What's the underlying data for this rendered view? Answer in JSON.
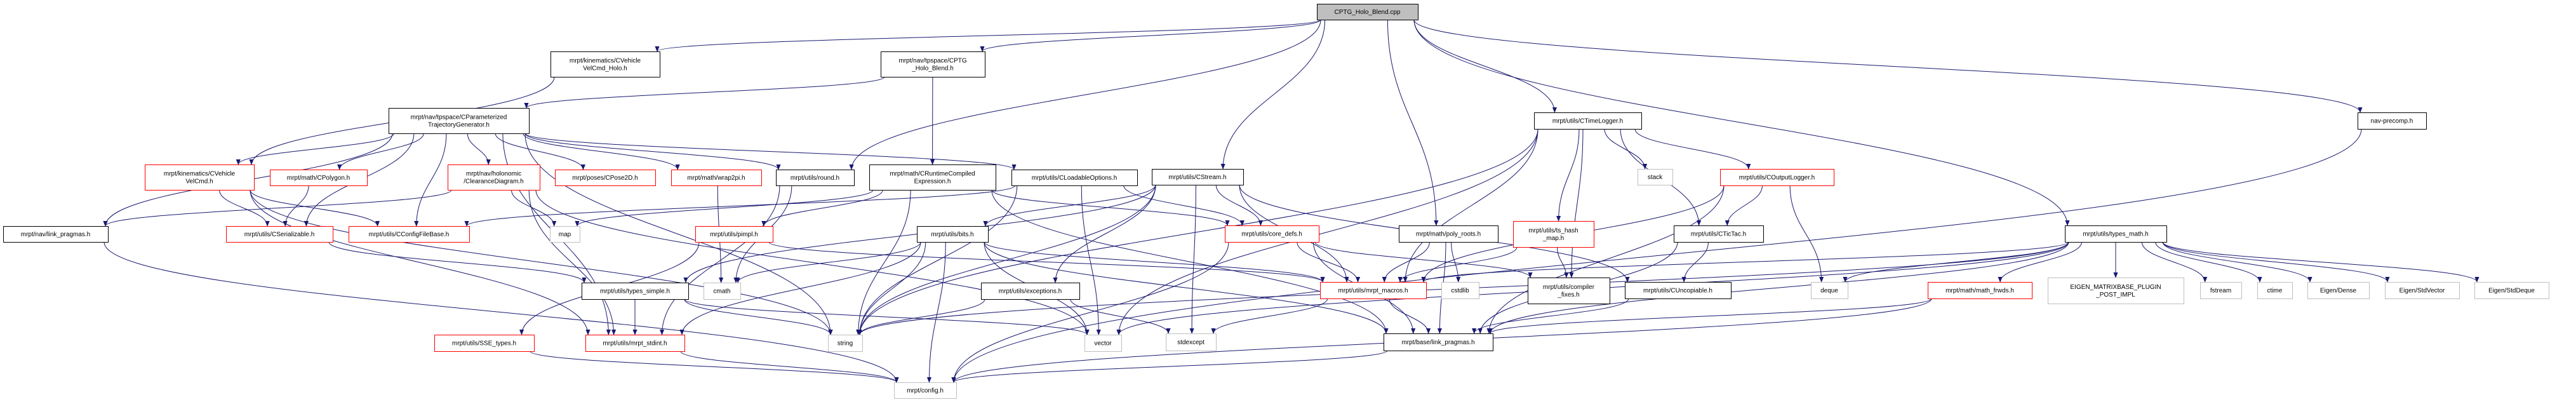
{
  "graph": {
    "title": "CPTG_Holo_Blend.cpp",
    "colors": {
      "edge": "#191970",
      "root_fill": "#bfbfbf",
      "documented_border": "#000000",
      "incomplete_border": "#ff0000",
      "system_border": "#bfbfbf"
    },
    "nodes": [
      {
        "id": "root",
        "lines": [
          "CPTG_Holo_Blend.cpp"
        ],
        "kind": "root"
      },
      {
        "id": "velholo",
        "lines": [
          "mrpt/kinematics/CVehicle",
          "VelCmd_Holo.h"
        ],
        "kind": "doc"
      },
      {
        "id": "ptgholo",
        "lines": [
          "mrpt/nav/tpspace/CPTG",
          "_Holo_Blend.h"
        ],
        "kind": "doc"
      },
      {
        "id": "ptg",
        "lines": [
          "mrpt/nav/tpspace/CParameterized",
          "TrajectoryGenerator.h"
        ],
        "kind": "doc"
      },
      {
        "id": "timelogger",
        "lines": [
          "mrpt/utils/CTimeLogger.h"
        ],
        "kind": "doc"
      },
      {
        "id": "navprecomp",
        "lines": [
          "nav-precomp.h"
        ],
        "kind": "doc"
      },
      {
        "id": "velcmd",
        "lines": [
          "mrpt/kinematics/CVehicle",
          "VelCmd.h"
        ],
        "kind": "red"
      },
      {
        "id": "cpolygon",
        "lines": [
          "mrpt/math/CPolygon.h"
        ],
        "kind": "red"
      },
      {
        "id": "clearance",
        "lines": [
          "mrpt/nav/holonomic",
          "/ClearanceDiagram.h"
        ],
        "kind": "red"
      },
      {
        "id": "cpose2d",
        "lines": [
          "mrpt/poses/CPose2D.h"
        ],
        "kind": "red"
      },
      {
        "id": "wrap2pi",
        "lines": [
          "mrpt/math/wrap2pi.h"
        ],
        "kind": "red"
      },
      {
        "id": "round",
        "lines": [
          "mrpt/utils/round.h"
        ],
        "kind": "doc"
      },
      {
        "id": "rce",
        "lines": [
          "mrpt/math/CRuntimeCompiled",
          "Expression.h"
        ],
        "kind": "doc"
      },
      {
        "id": "loadable",
        "lines": [
          "mrpt/utils/CLoadableOptions.h"
        ],
        "kind": "doc"
      },
      {
        "id": "cstream",
        "lines": [
          "mrpt/utils/CStream.h"
        ],
        "kind": "doc"
      },
      {
        "id": "stack",
        "lines": [
          "stack"
        ],
        "kind": "sys"
      },
      {
        "id": "coutlogger",
        "lines": [
          "mrpt/utils/COutputLogger.h"
        ],
        "kind": "red"
      },
      {
        "id": "navlink",
        "lines": [
          "mrpt/nav/link_pragmas.h"
        ],
        "kind": "doc"
      },
      {
        "id": "cserializable",
        "lines": [
          "mrpt/utils/CSerializable.h"
        ],
        "kind": "red"
      },
      {
        "id": "cconfig",
        "lines": [
          "mrpt/utils/CConfigFileBase.h"
        ],
        "kind": "red"
      },
      {
        "id": "map",
        "lines": [
          "map"
        ],
        "kind": "sys"
      },
      {
        "id": "pimpl",
        "lines": [
          "mrpt/utils/pimpl.h"
        ],
        "kind": "red"
      },
      {
        "id": "bits",
        "lines": [
          "mrpt/utils/bits.h"
        ],
        "kind": "doc"
      },
      {
        "id": "coredefs",
        "lines": [
          "mrpt/utils/core_defs.h"
        ],
        "kind": "red"
      },
      {
        "id": "polyroots",
        "lines": [
          "mrpt/math/poly_roots.h"
        ],
        "kind": "doc"
      },
      {
        "id": "tshash",
        "lines": [
          "mrpt/utils/ts_hash",
          "_map.h"
        ],
        "kind": "red"
      },
      {
        "id": "ctictac",
        "lines": [
          "mrpt/utils/CTicTac.h"
        ],
        "kind": "doc"
      },
      {
        "id": "typesmath",
        "lines": [
          "mrpt/utils/types_math.h"
        ],
        "kind": "doc"
      },
      {
        "id": "typessimple",
        "lines": [
          "mrpt/utils/types_simple.h"
        ],
        "kind": "doc"
      },
      {
        "id": "cmath",
        "lines": [
          "cmath"
        ],
        "kind": "sys"
      },
      {
        "id": "exceptions",
        "lines": [
          "mrpt/utils/exceptions.h"
        ],
        "kind": "doc"
      },
      {
        "id": "macros",
        "lines": [
          "mrpt/utils/mrpt_macros.h"
        ],
        "kind": "red"
      },
      {
        "id": "cstdlib",
        "lines": [
          "cstdlib"
        ],
        "kind": "sys"
      },
      {
        "id": "compfixes",
        "lines": [
          "mrpt/utils/compiler",
          "_fixes.h"
        ],
        "kind": "doc"
      },
      {
        "id": "uncopiable",
        "lines": [
          "mrpt/utils/CUncopiable.h"
        ],
        "kind": "doc"
      },
      {
        "id": "deque",
        "lines": [
          "deque"
        ],
        "kind": "sys"
      },
      {
        "id": "mathfrwds",
        "lines": [
          "mrpt/math/math_frwds.h"
        ],
        "kind": "red"
      },
      {
        "id": "eigenplugin",
        "lines": [
          "EIGEN_MATRIXBASE_PLUGIN",
          "_POST_IMPL"
        ],
        "kind": "sys"
      },
      {
        "id": "fstream",
        "lines": [
          "fstream"
        ],
        "kind": "sys"
      },
      {
        "id": "ctime",
        "lines": [
          "ctime"
        ],
        "kind": "sys"
      },
      {
        "id": "eigendense",
        "lines": [
          "Eigen/Dense"
        ],
        "kind": "sys"
      },
      {
        "id": "stdvector",
        "lines": [
          "Eigen/StdVector"
        ],
        "kind": "sys"
      },
      {
        "id": "stddeque",
        "lines": [
          "Eigen/StdDeque"
        ],
        "kind": "sys"
      },
      {
        "id": "sse",
        "lines": [
          "mrpt/utils/SSE_types.h"
        ],
        "kind": "red"
      },
      {
        "id": "stdint",
        "lines": [
          "mrpt/utils/mrpt_stdint.h"
        ],
        "kind": "red"
      },
      {
        "id": "string",
        "lines": [
          "string"
        ],
        "kind": "sys"
      },
      {
        "id": "vector",
        "lines": [
          "vector"
        ],
        "kind": "sys"
      },
      {
        "id": "stdexcept",
        "lines": [
          "stdexcept"
        ],
        "kind": "sys"
      },
      {
        "id": "baselink",
        "lines": [
          "mrpt/base/link_pragmas.h"
        ],
        "kind": "doc"
      },
      {
        "id": "config",
        "lines": [
          "mrpt/config.h"
        ],
        "kind": "sys"
      }
    ],
    "edges": [
      [
        "root",
        "velholo"
      ],
      [
        "root",
        "ptgholo"
      ],
      [
        "root",
        "round"
      ],
      [
        "root",
        "cstream"
      ],
      [
        "root",
        "polyroots"
      ],
      [
        "root",
        "timelogger"
      ],
      [
        "root",
        "typesmath"
      ],
      [
        "root",
        "navprecomp"
      ],
      [
        "velholo",
        "velcmd"
      ],
      [
        "ptgholo",
        "ptg"
      ],
      [
        "ptgholo",
        "rce"
      ],
      [
        "ptg",
        "velcmd"
      ],
      [
        "ptg",
        "cpolygon"
      ],
      [
        "ptg",
        "clearance"
      ],
      [
        "ptg",
        "cpose2d"
      ],
      [
        "ptg",
        "wrap2pi"
      ],
      [
        "ptg",
        "round"
      ],
      [
        "ptg",
        "loadable"
      ],
      [
        "ptg",
        "navlink"
      ],
      [
        "ptg",
        "cserializable"
      ],
      [
        "ptg",
        "cconfig"
      ],
      [
        "ptg",
        "stdint"
      ],
      [
        "ptg",
        "string"
      ],
      [
        "velcmd",
        "cserializable"
      ],
      [
        "velcmd",
        "cconfig"
      ],
      [
        "velcmd",
        "string"
      ],
      [
        "velcmd",
        "stdint"
      ],
      [
        "cpolygon",
        "cserializable"
      ],
      [
        "clearance",
        "navlink"
      ],
      [
        "clearance",
        "map"
      ],
      [
        "clearance",
        "stdint"
      ],
      [
        "clearance",
        "vector"
      ],
      [
        "wrap2pi",
        "cmath"
      ],
      [
        "round",
        "cmath"
      ],
      [
        "round",
        "stdint"
      ],
      [
        "rce",
        "pimpl"
      ],
      [
        "rce",
        "string"
      ],
      [
        "rce",
        "map"
      ],
      [
        "rce",
        "baselink"
      ],
      [
        "rce",
        "coredefs"
      ],
      [
        "loadable",
        "cconfig"
      ],
      [
        "loadable",
        "coredefs"
      ],
      [
        "loadable",
        "string"
      ],
      [
        "loadable",
        "vector"
      ],
      [
        "cserializable",
        "typessimple"
      ],
      [
        "pimpl",
        "macros"
      ],
      [
        "pimpl",
        "sse"
      ],
      [
        "cstream",
        "coredefs"
      ],
      [
        "cstream",
        "macros"
      ],
      [
        "cstream",
        "typessimple"
      ],
      [
        "cstream",
        "exceptions"
      ],
      [
        "cstream",
        "uncopiable"
      ],
      [
        "cstream",
        "string"
      ],
      [
        "cstream",
        "bits"
      ],
      [
        "cstream",
        "stdexcept"
      ],
      [
        "bits",
        "cmath"
      ],
      [
        "bits",
        "string"
      ],
      [
        "bits",
        "config"
      ],
      [
        "bits",
        "stdint"
      ],
      [
        "bits",
        "macros"
      ],
      [
        "bits",
        "baselink"
      ],
      [
        "bits",
        "vector"
      ],
      [
        "typessimple",
        "stdint"
      ],
      [
        "typessimple",
        "string"
      ],
      [
        "typessimple",
        "vector"
      ],
      [
        "exceptions",
        "string"
      ],
      [
        "exceptions",
        "stdexcept"
      ],
      [
        "coredefs",
        "macros"
      ],
      [
        "coredefs",
        "config"
      ],
      [
        "coredefs",
        "baselink"
      ],
      [
        "coredefs",
        "compfixes"
      ],
      [
        "macros",
        "stdexcept"
      ],
      [
        "macros",
        "baselink"
      ],
      [
        "timelogger",
        "macros"
      ],
      [
        "timelogger",
        "tshash"
      ],
      [
        "timelogger",
        "compfixes"
      ],
      [
        "timelogger",
        "stack"
      ],
      [
        "timelogger",
        "ctictac"
      ],
      [
        "timelogger",
        "coutlogger"
      ],
      [
        "timelogger",
        "string"
      ],
      [
        "timelogger",
        "vector"
      ],
      [
        "coutlogger",
        "ctictac"
      ],
      [
        "coutlogger",
        "deque"
      ],
      [
        "coutlogger",
        "macros"
      ],
      [
        "coutlogger",
        "baselink"
      ],
      [
        "tshash",
        "macros"
      ],
      [
        "tshash",
        "compfixes"
      ],
      [
        "ctictac",
        "uncopiable"
      ],
      [
        "ctictac",
        "baselink"
      ],
      [
        "uncopiable",
        "baselink"
      ],
      [
        "polyroots",
        "macros"
      ],
      [
        "polyroots",
        "cstdlib"
      ],
      [
        "polyroots",
        "baselink"
      ],
      [
        "typesmath",
        "deque"
      ],
      [
        "typesmath",
        "mathfrwds"
      ],
      [
        "typesmath",
        "eigenplugin"
      ],
      [
        "typesmath",
        "fstream"
      ],
      [
        "typesmath",
        "ctime"
      ],
      [
        "typesmath",
        "eigendense"
      ],
      [
        "typesmath",
        "stdvector"
      ],
      [
        "typesmath",
        "stddeque"
      ],
      [
        "typesmath",
        "vector"
      ],
      [
        "typesmath",
        "string"
      ],
      [
        "typesmath",
        "macros"
      ],
      [
        "typesmath",
        "baselink"
      ],
      [
        "mathfrwds",
        "config"
      ],
      [
        "mathfrwds",
        "baselink"
      ],
      [
        "navlink",
        "config"
      ],
      [
        "sse",
        "config"
      ],
      [
        "stdint",
        "config"
      ],
      [
        "baselink",
        "config"
      ],
      [
        "navprecomp",
        "config"
      ]
    ]
  }
}
